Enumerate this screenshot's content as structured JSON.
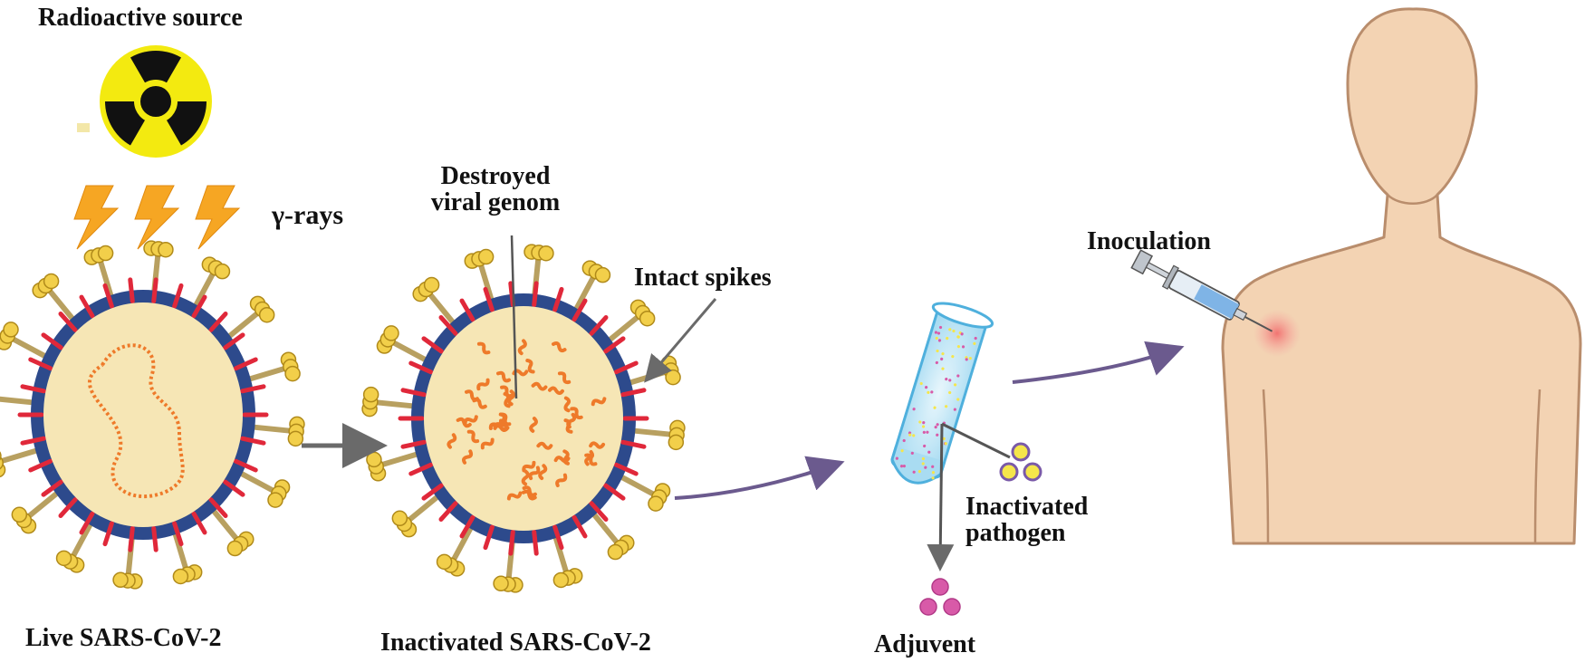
{
  "labels": {
    "radioactive_source": "Radioactive  source",
    "gamma_rays": "γ-rays",
    "destroyed_line1": "Destroyed",
    "destroyed_line2": "viral genom",
    "intact_spikes": "Intact spikes",
    "inoculation": "Inoculation",
    "inactivated_line1": "Inactivated",
    "inactivated_line2": "pathogen",
    "adjuvent": "Adjuvent",
    "live": "Live SARS-CoV-2",
    "inactivated_virus": "Inactivated SARS-CoV-2"
  },
  "icons": {
    "radiation": "radiation-symbol-icon",
    "lightning": "lightning-bolt-icon",
    "virus": "coronavirus-icon",
    "test_tube": "test-tube-icon",
    "syringe": "syringe-icon",
    "body": "human-torso-icon"
  },
  "colors": {
    "virus_membrane": "#2d4a8c",
    "virus_core": "#f6e6b5",
    "spike_stem": "#b8a060",
    "spike_head": "#f2cf4a",
    "red_spikes": "#e0283a",
    "genome": "#ee7a2a",
    "arrow_gray": "#6a6a6a",
    "arrow_purple": "#6b5a8e",
    "skin": "#f3d3b3",
    "skin_outline": "#b98d6c",
    "radiation_yellow": "#f3ea10",
    "bolt_orange": "#f6a623",
    "adjuvant_pink": "#d85aa8",
    "pathogen_yellow": "#f5e64b"
  }
}
